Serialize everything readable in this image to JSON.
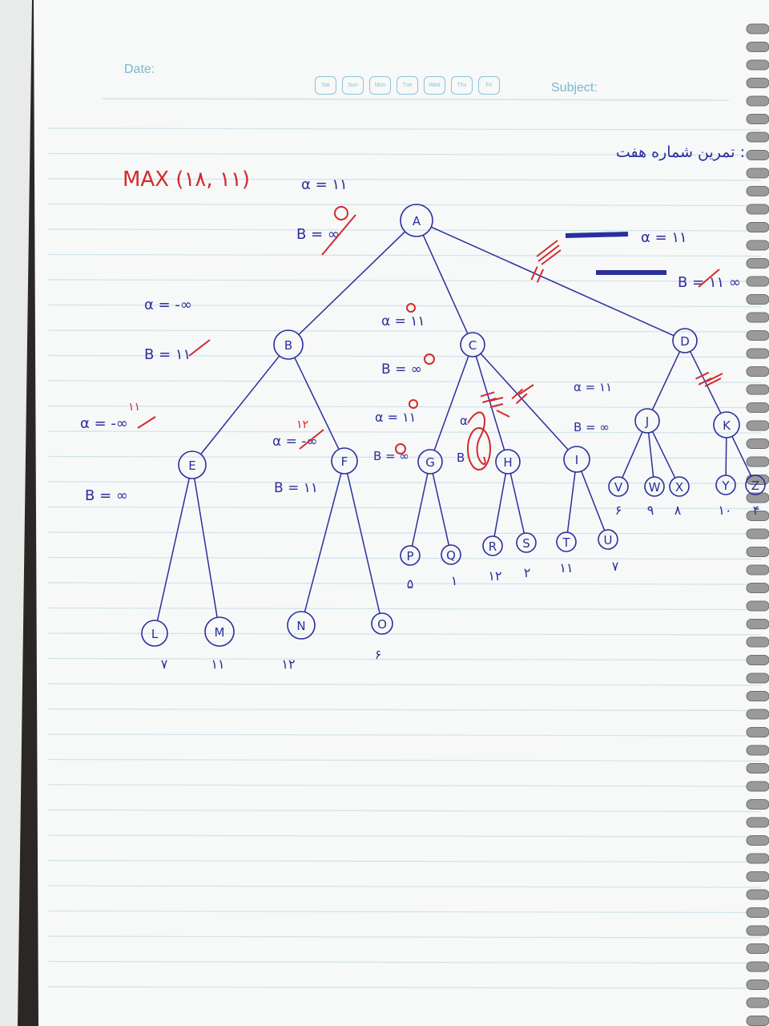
{
  "header": {
    "date_label": "Date:",
    "subject_label": "Subject:",
    "days": [
      "Sat",
      "Sun",
      "Mon",
      "Tue",
      "Wed",
      "Thu",
      "Fri"
    ]
  },
  "title": "تمرین شماره هفت :",
  "red_heading": "MAX (۱۸, ۱۱)",
  "annotations": {
    "a_top_alpha": "α = ۱۱",
    "a_top_beta": "B = ∞",
    "b_alpha": "α = -∞",
    "b_beta": "B = ۱۱",
    "e_alpha": "α = -∞",
    "e_alpha_new": "۱۱",
    "e_beta": "B = ∞",
    "f_alpha": "α = -∞",
    "f_alpha_new": "۱۲",
    "f_beta": "B = ۱۱",
    "c_alpha": "α = ۱۱",
    "c_beta": "B = ∞",
    "g_alpha": "α = ۱۱",
    "g_beta": "B = ∞",
    "h_alpha": "α",
    "h_beta": "B",
    "i_alpha": "α = ۱۱",
    "i_beta": "B = ∞",
    "d_alpha": "α = ۱۱",
    "d_beta": "B = ۱۱ ∞"
  },
  "nodes": [
    {
      "id": "A",
      "label": "A"
    },
    {
      "id": "B",
      "label": "B"
    },
    {
      "id": "C",
      "label": "C"
    },
    {
      "id": "D",
      "label": "D"
    },
    {
      "id": "E",
      "label": "E"
    },
    {
      "id": "F",
      "label": "F"
    },
    {
      "id": "G",
      "label": "G"
    },
    {
      "id": "H",
      "label": "H"
    },
    {
      "id": "I",
      "label": "I"
    },
    {
      "id": "J",
      "label": "J"
    },
    {
      "id": "K",
      "label": "K"
    },
    {
      "id": "L",
      "label": "L",
      "value": "۷"
    },
    {
      "id": "M",
      "label": "M",
      "value": "۱۱"
    },
    {
      "id": "N",
      "label": "N",
      "value": "۱۲"
    },
    {
      "id": "O",
      "label": "O",
      "value": "۶"
    },
    {
      "id": "P",
      "label": "P",
      "value": "۵"
    },
    {
      "id": "Q",
      "label": "Q",
      "value": "۱"
    },
    {
      "id": "R",
      "label": "R",
      "value": "۱۲"
    },
    {
      "id": "S",
      "label": "S",
      "value": "۲"
    },
    {
      "id": "T",
      "label": "T",
      "value": "۱۱"
    },
    {
      "id": "U",
      "label": "U",
      "value": "۷"
    },
    {
      "id": "V",
      "label": "V",
      "value": "۶"
    },
    {
      "id": "W",
      "label": "W",
      "value": "۹"
    },
    {
      "id": "X",
      "label": "X",
      "value": "۸"
    },
    {
      "id": "Y",
      "label": "Y",
      "value": "۱۰"
    },
    {
      "id": "Z",
      "label": "Z",
      "value": "۴"
    }
  ],
  "edges": [
    [
      "A",
      "B"
    ],
    [
      "A",
      "C"
    ],
    [
      "A",
      "D"
    ],
    [
      "B",
      "E"
    ],
    [
      "B",
      "F"
    ],
    [
      "C",
      "G"
    ],
    [
      "C",
      "H"
    ],
    [
      "C",
      "I"
    ],
    [
      "D",
      "J"
    ],
    [
      "D",
      "K"
    ],
    [
      "E",
      "L"
    ],
    [
      "E",
      "M"
    ],
    [
      "F",
      "N"
    ],
    [
      "F",
      "O"
    ],
    [
      "G",
      "P"
    ],
    [
      "G",
      "Q"
    ],
    [
      "H",
      "R"
    ],
    [
      "H",
      "S"
    ],
    [
      "I",
      "T"
    ],
    [
      "I",
      "U"
    ],
    [
      "J",
      "V"
    ],
    [
      "J",
      "W"
    ],
    [
      "J",
      "X"
    ],
    [
      "K",
      "Y"
    ],
    [
      "K",
      "Z"
    ]
  ],
  "pruned_edges": [
    [
      "A",
      "D"
    ],
    [
      "C",
      "H"
    ],
    [
      "C",
      "I"
    ],
    [
      "D",
      "K"
    ]
  ],
  "colors": {
    "paper": "#f7f8f8",
    "rule_line": "#cfe3ea",
    "header_blue": "#7ab6cf",
    "ink_blue": "#2a2f9c",
    "ink_red": "#d42a2a"
  }
}
